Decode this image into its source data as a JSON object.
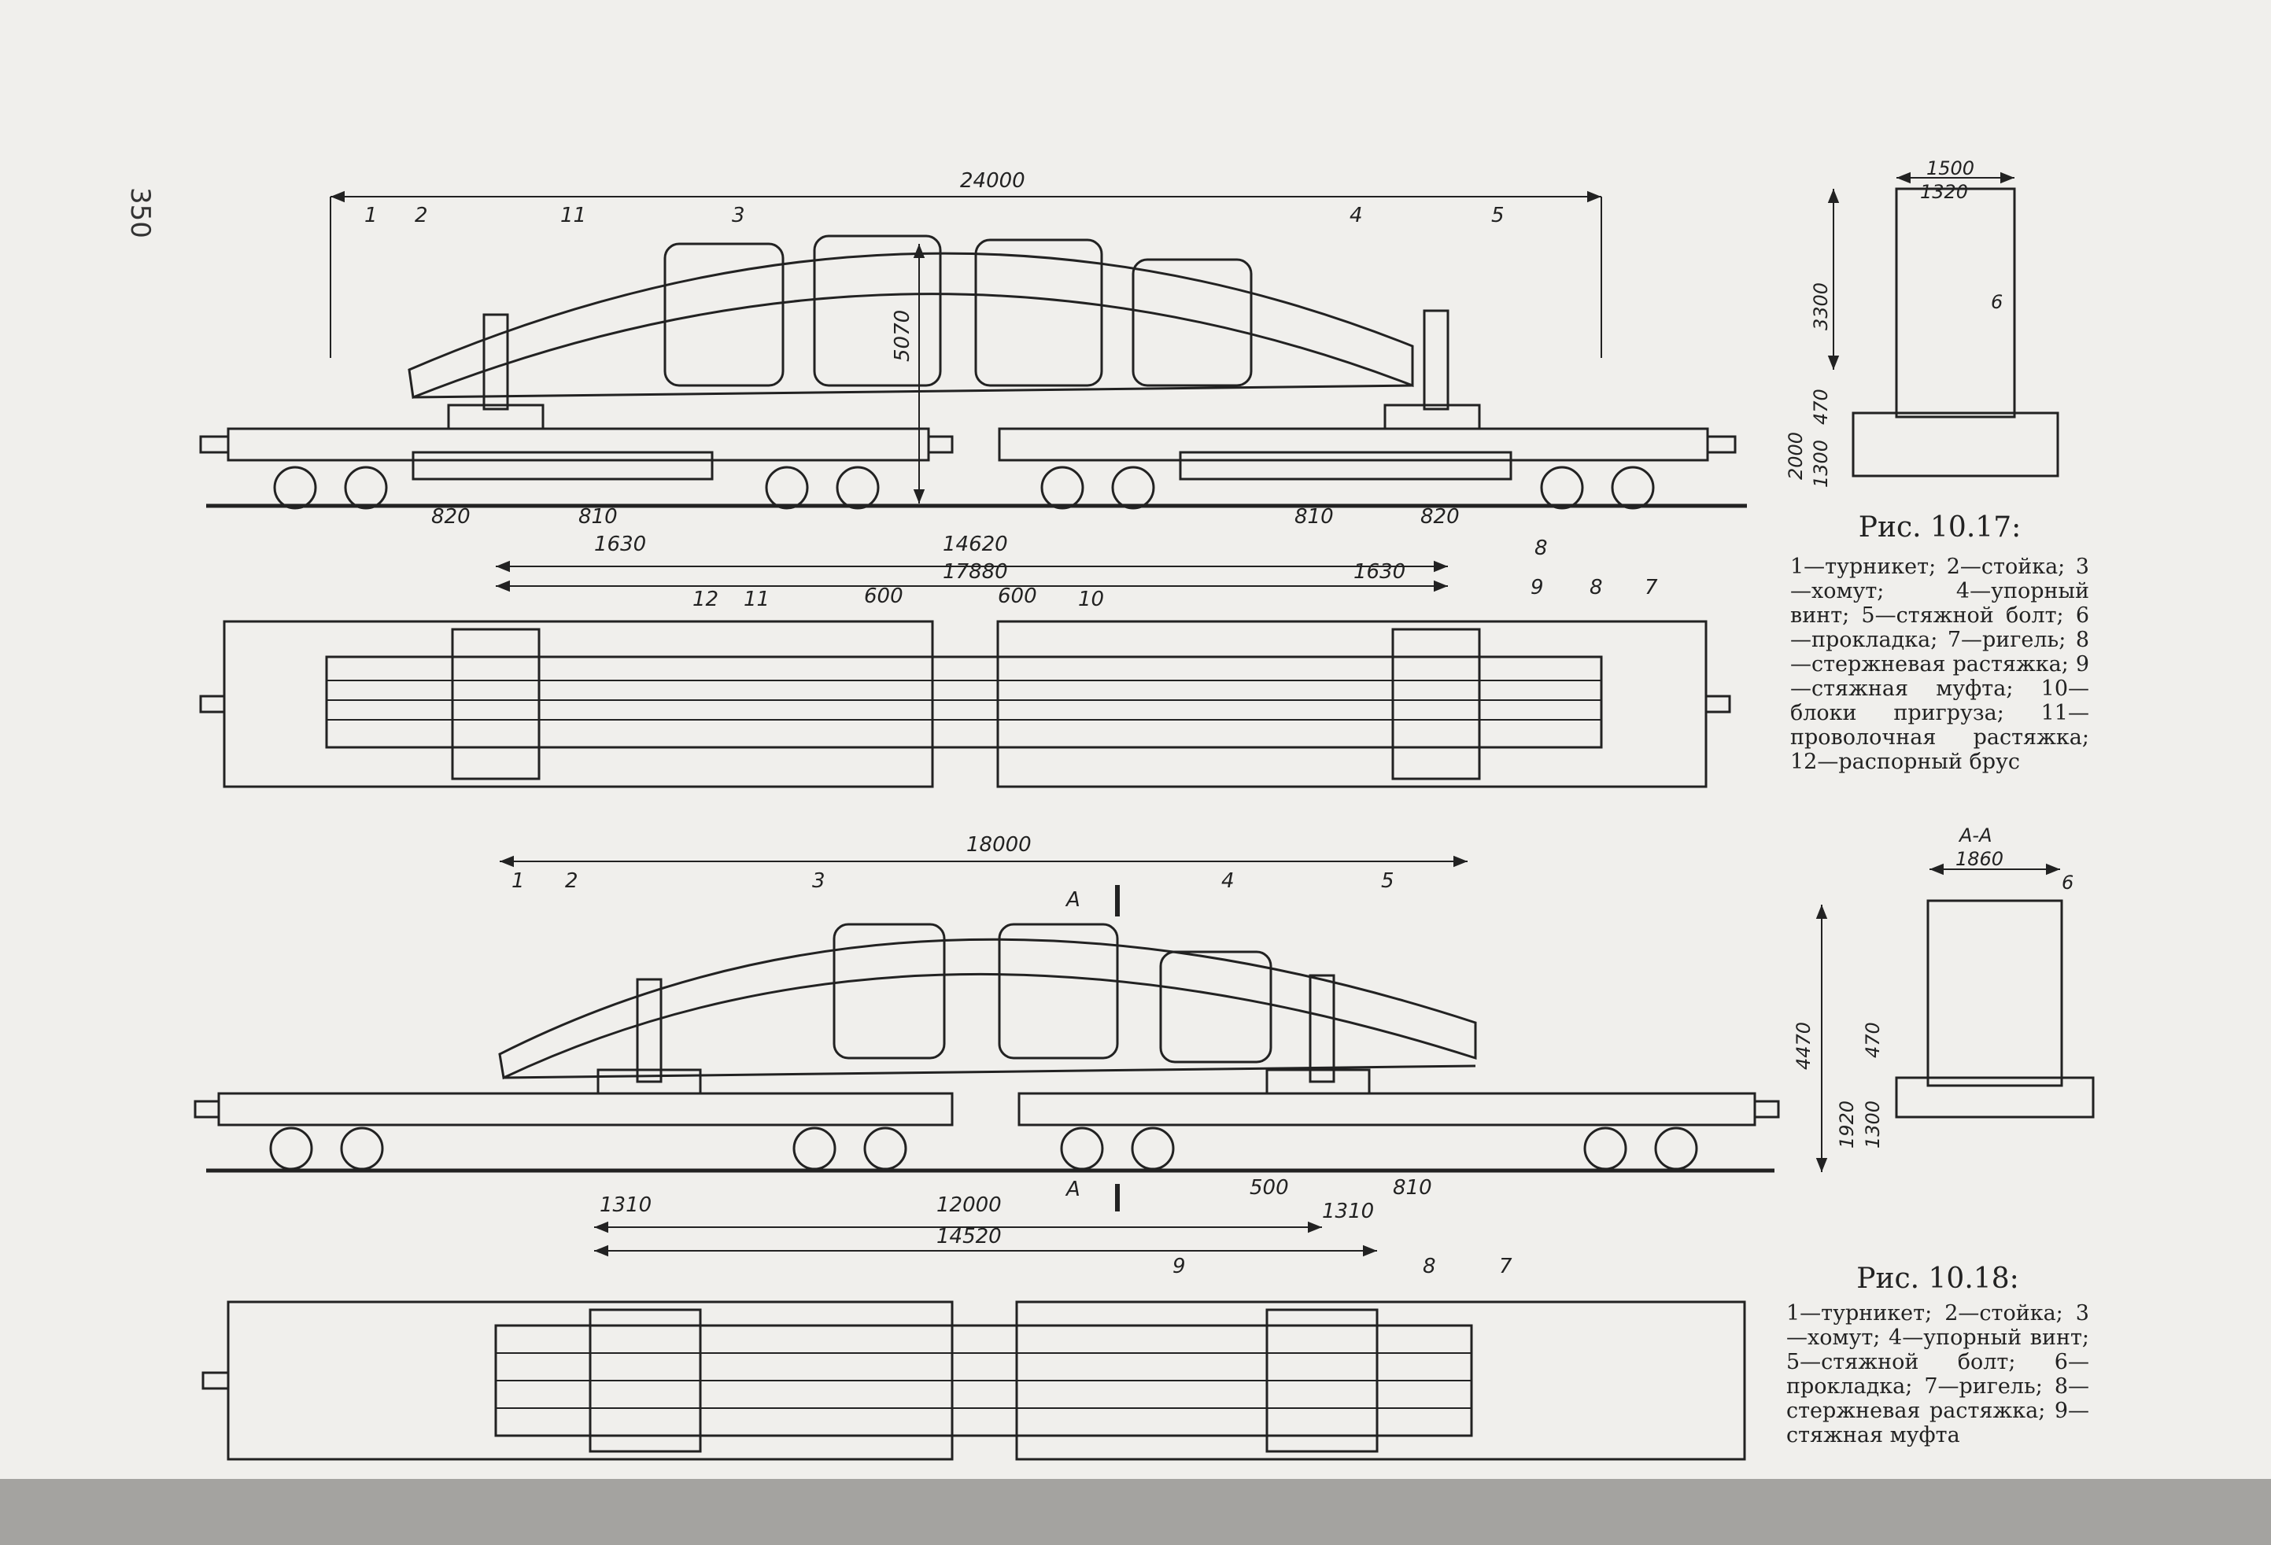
{
  "page": {
    "number": "350"
  },
  "figure_10_17": {
    "caption_title": "Рис. 10.17:",
    "caption_text": "1—турникет; 2—стойка; 3—хомут; 4—упорный винт; 5—стяжной болт; 6—прокладка; 7—ригель; 8—стержневая растяжка; 9—стяжная муфта; 10—блоки пригруза; 11—проволочная растяжка; 12—распорный брус",
    "side_dimensions": {
      "overall": "24000",
      "height": "5070",
      "left_a": "820",
      "left_b": "810",
      "left_c": "1630",
      "span": "14620",
      "total": "17880",
      "right_a": "810",
      "right_b": "820",
      "right_c": "1630"
    },
    "side_callouts": [
      "1",
      "2",
      "11",
      "3",
      "4",
      "5",
      "8"
    ],
    "plan_dimensions": {
      "gap_left": "600",
      "gap_right": "600"
    },
    "plan_callouts": [
      "12",
      "11",
      "10",
      "9",
      "8",
      "7"
    ],
    "section_dimensions": {
      "width_outer": "1500",
      "width_inner": "1320",
      "h_upper": "3300",
      "h_mid": "470",
      "h_lower": "1300",
      "h_total": "2000",
      "label_6": "6"
    }
  },
  "figure_10_18": {
    "caption_title": "Рис. 10.18:",
    "caption_text": "1—турникет; 2—стойка; 3—хомут; 4—упорный винт; 5—стяжной болт; 6—прокладка; 7—ригель; 8—стержневая растяжка; 9—стяжная муфта",
    "side_dimensions": {
      "overall": "18000",
      "left_a": "1310",
      "span": "12000",
      "total": "14520",
      "right_a": "500",
      "right_b": "1310",
      "right_c": "810"
    },
    "side_callouts": [
      "1",
      "2",
      "3",
      "4",
      "5"
    ],
    "section_marks": [
      "A",
      "A"
    ],
    "plan_callouts": [
      "9",
      "8",
      "7"
    ],
    "section_title": "А-А",
    "section_dimensions": {
      "width": "1860",
      "h_total": "4470",
      "h_mid": "470",
      "h_lower_total": "1920",
      "h_lower": "1300",
      "label_6": "6"
    }
  }
}
